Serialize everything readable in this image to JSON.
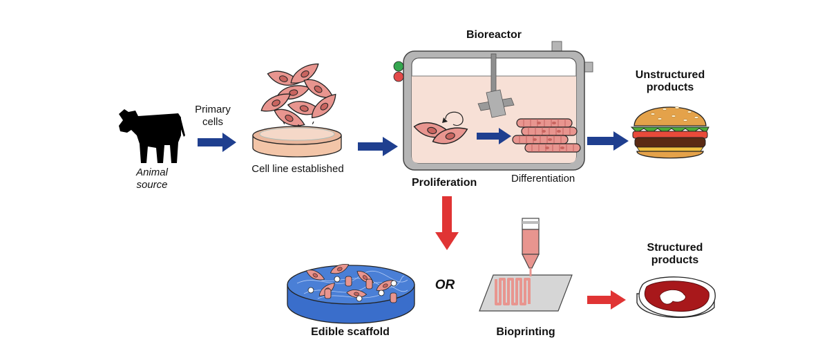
{
  "labels": {
    "animal_source_line1": "Animal",
    "animal_source_line2": "source",
    "primary_cells_line1": "Primary",
    "primary_cells_line2": "cells",
    "cell_line": "Cell line established",
    "bioreactor": "Bioreactor",
    "proliferation": "Proliferation",
    "differentiation": "Differentiation",
    "unstructured_line1": "Unstructured",
    "unstructured_line2": "products",
    "edible_scaffold": "Edible scaffold",
    "or": "OR",
    "bioprinting": "Bioprinting",
    "structured_line1": "Structured",
    "structured_line2": "products"
  },
  "colors": {
    "flow_arrow": "#1f3f8f",
    "branch_arrow": "#e03434",
    "cell_fill": "#e8958f",
    "cell_nucleus": "#c8645f",
    "bioreactor_frame": "#a0a0a0",
    "medium": "#f7e0d6",
    "scaffold_blue": "#4a7fd6",
    "meat_red": "#a8181b",
    "status_green": "#35a64f",
    "status_red": "#e24a4a"
  },
  "icons": [
    "cow-icon",
    "cell-cluster-icon",
    "petri-dish-icon",
    "bioreactor-icon",
    "impeller-icon",
    "burger-icon",
    "scaffold-icon",
    "bioprinter-icon",
    "steak-icon"
  ]
}
